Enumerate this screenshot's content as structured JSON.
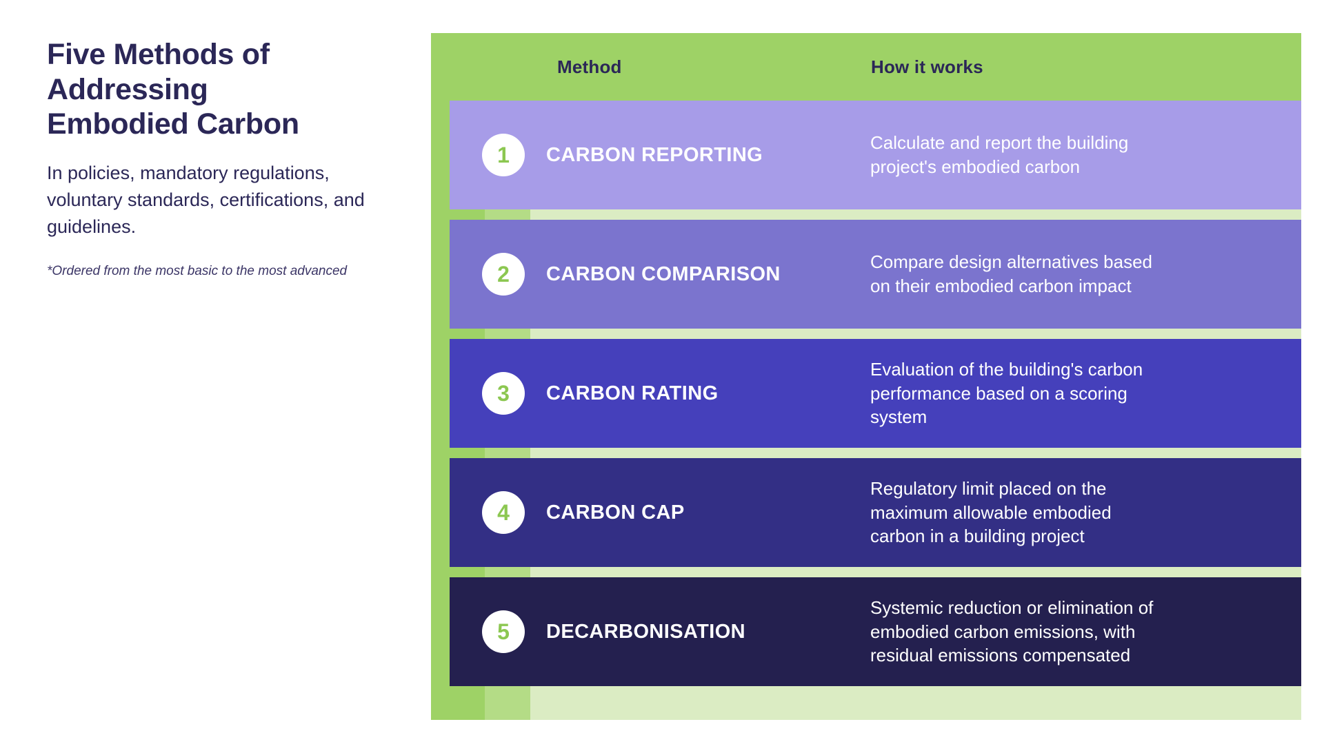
{
  "header": {
    "title": "Five Methods of\nAddressing\nEmbodied Carbon",
    "subtitle": "In policies, mandatory regulations, voluntary standards, certifications, and guidelines.",
    "footnote": "*Ordered from the most basic to the most advanced"
  },
  "table": {
    "columns": {
      "method": "Method",
      "how_it_works": "How it works"
    },
    "rows": [
      {
        "number": "1",
        "method": "CARBON REPORTING",
        "description": "Calculate and report the building\nproject's embodied carbon",
        "color": "#a79ce8"
      },
      {
        "number": "2",
        "method": "CARBON COMPARISON",
        "description": "Compare design alternatives based\non their embodied carbon impact",
        "color": "#7b74ce"
      },
      {
        "number": "3",
        "method": "CARBON RATING",
        "description": "Evaluation of the building's carbon\nperformance based on a scoring\nsystem",
        "color": "#4540bb"
      },
      {
        "number": "4",
        "method": "CARBON CAP",
        "description": "Regulatory limit placed on the\nmaximum allowable embodied\ncarbon in a building project",
        "color": "#332f85"
      },
      {
        "number": "5",
        "method": "DECARBONISATION",
        "description": "Systemic reduction or elimination of\nembodied carbon emissions, with\nresidual emissions compensated",
        "color": "#24204f"
      }
    ]
  },
  "palette": {
    "panel_green": "#9ed266",
    "strip_mid_green": "#b4dc86",
    "strip_light_green": "#dbecc3",
    "text_navy": "#2b2757",
    "badge_numeral_green": "#8cc751",
    "white": "#ffffff"
  }
}
